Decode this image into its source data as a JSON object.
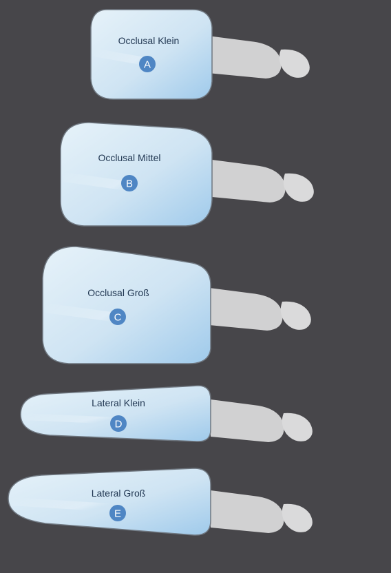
{
  "colors": {
    "background": "#47464a",
    "mirror_light": "#e3f0f8",
    "mirror_dark": "#9fc9ea",
    "mirror_stroke": "#6f7780",
    "badge": "#4f86c4",
    "handle_grip": "#d1d1d2",
    "handle_bar": "#8a8a8c"
  },
  "mirrors": [
    {
      "label": "Occlusal Klein",
      "badge": "A",
      "shape": "occlusal-small"
    },
    {
      "label": "Occlusal Mittel",
      "badge": "B",
      "shape": "occlusal-medium"
    },
    {
      "label": "Occlusal Groß",
      "badge": "C",
      "shape": "occlusal-large"
    },
    {
      "label": "Lateral Klein",
      "badge": "D",
      "shape": "lateral-small"
    },
    {
      "label": "Lateral Groß",
      "badge": "E",
      "shape": "lateral-large"
    }
  ]
}
